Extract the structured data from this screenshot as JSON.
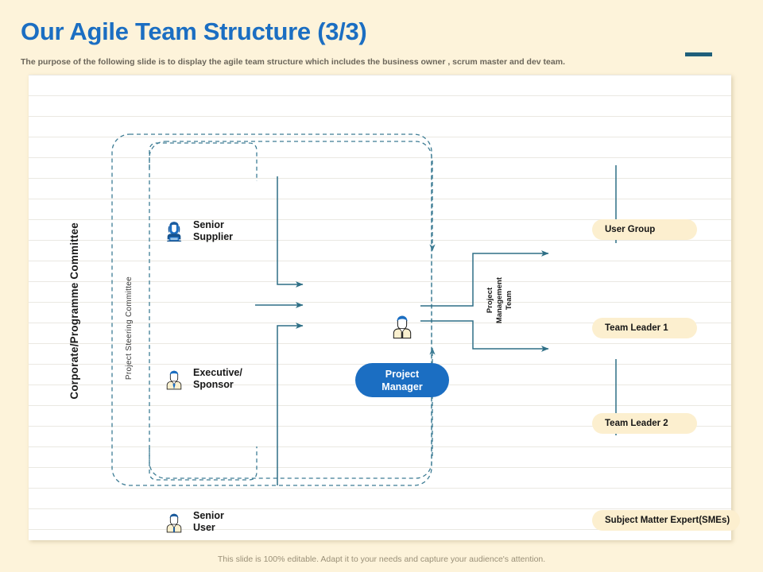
{
  "slide": {
    "title": "Our Agile Team Structure (3/3)",
    "subtitle": "The purpose of the following slide is to display the agile  team structure which includes the business owner , scrum master and dev team.",
    "footer": "This slide is 100% editable. Adapt it to your needs and capture your audience's attention.",
    "accent_color": "#1F5F7A",
    "title_color": "#1B6EC2",
    "background_color": "#FDF3DA",
    "canvas_color": "#FFFFFF"
  },
  "diagram": {
    "group_labels": {
      "corporate": "Corporate/Programme Committee",
      "steering": "Project Steering Committee",
      "pm_team": "Project\nManagement\nTeam"
    },
    "roles": [
      {
        "id": "senior-supplier",
        "label": "Senior\nSupplier",
        "line1": "Senior",
        "line2": "Supplier",
        "icon": "person-female-laptop-icon"
      },
      {
        "id": "executive-sponsor",
        "label": "Executive/\nSponsor",
        "line1": "Executive/",
        "line2": "Sponsor",
        "icon": "person-tie-icon"
      },
      {
        "id": "senior-user",
        "label": "Senior\nUser",
        "line1": "Senior",
        "line2": "User",
        "icon": "person-collar-icon"
      }
    ],
    "center": {
      "icon": "person-manager-icon",
      "label": "Project\nManager",
      "line1": "Project",
      "line2": "Manager",
      "fill_color": "#1B6EC2",
      "text_color": "#FFFFFF"
    },
    "nodes": [
      {
        "id": "user-group",
        "label": "User Group",
        "fill_color": "#FCEFCF"
      },
      {
        "id": "team-leader-1",
        "label": "Team Leader 1",
        "fill_color": "#FCEFCF"
      },
      {
        "id": "team-leader-2",
        "label": "Team Leader 2",
        "fill_color": "#FCEFCF"
      },
      {
        "id": "sme",
        "label": "Subject Matter Expert(SMEs)",
        "fill_color": "#FCEFCF"
      }
    ],
    "connector_color": "#2E6F86",
    "dashed_border_color": "#3D7C94"
  }
}
